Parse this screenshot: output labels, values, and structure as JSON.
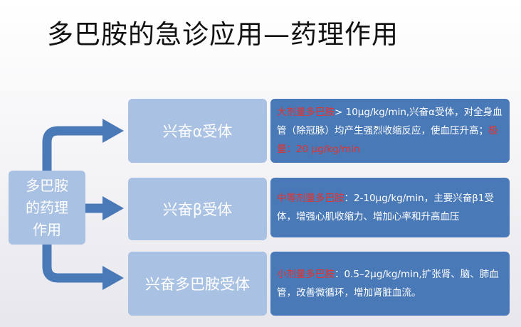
{
  "title": "多巴胺的急诊应用—药理作用",
  "source": {
    "label": "多巴胺\n的药理\n作用"
  },
  "effects": [
    {
      "label": "兴奋α受体",
      "dose_label": "大剂量多巴胺",
      "dose_text": "> 10μg/kg/min,兴奋α受体，对全身血管（除冠脉）均产生强烈收缩反应，使血压升高；",
      "limit_label": "极量：20 μg/kg/min"
    },
    {
      "label": "兴奋β受体",
      "dose_label": "中等剂量多巴胺",
      "dose_text": "：2-10μg/kg/min，主要兴奋β1受体，增强心肌收缩力、增加心率和升高血压"
    },
    {
      "label": "兴奋多巴胺受体",
      "dose_label": "小剂量多巴胺",
      "dose_text": "：0.5–2μg/kg/min,扩张肾、脑、肺血管，改善微循环，增加肾脏血流。"
    }
  ],
  "colors": {
    "light_box": "#a9c1e2",
    "dark_box": "#4a79b7",
    "arrow": "#4a79b7",
    "highlight": "#e3322b"
  }
}
